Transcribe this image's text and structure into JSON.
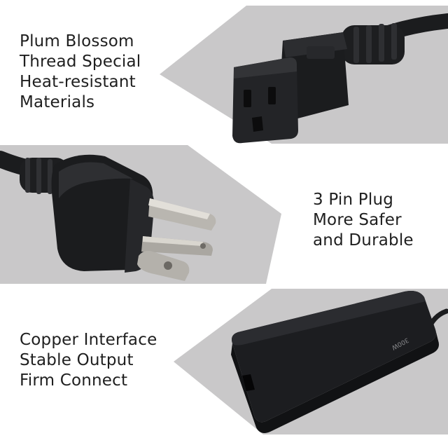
{
  "sections": [
    {
      "caption": [
        "Plum Blossom",
        "Thread Special",
        "Heat-resistant",
        "Materials"
      ],
      "product": "iec-c13-connector"
    },
    {
      "caption": [
        "3 Pin Plug",
        "More Safer",
        "and Durable"
      ],
      "product": "nema-5-15-plug"
    },
    {
      "caption": [
        "Copper Interface",
        "Stable Output",
        "Firm Connect"
      ],
      "product": "power-adapter-brick",
      "adapter_label": "300W"
    }
  ],
  "colors": {
    "panel_gray": "#c9c8c9",
    "text": "#1f1f1f",
    "product_black": "#1b1c1e"
  }
}
